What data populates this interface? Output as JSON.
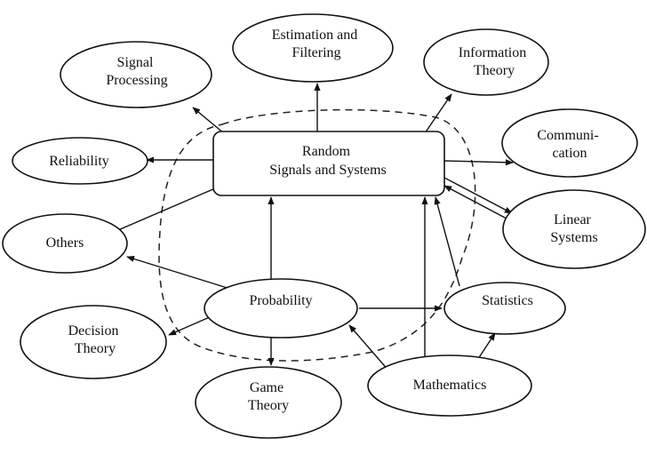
{
  "nodes": {
    "random_signals": [
      "Random",
      "Signals and Systems"
    ],
    "estimation_filtering": [
      "Estimation and",
      "Filtering"
    ],
    "signal_processing": [
      "Signal",
      "Processing"
    ],
    "information_theory": [
      "Information",
      "Theory"
    ],
    "reliability": [
      "Reliability"
    ],
    "communication": [
      "Communi-",
      "cation"
    ],
    "linear_systems": [
      "Linear",
      "Systems"
    ],
    "others": [
      "Others"
    ],
    "probability": [
      "Probability"
    ],
    "statistics": [
      "Statistics"
    ],
    "decision_theory": [
      "Decision",
      "Theory"
    ],
    "game_theory": [
      "Game",
      "Theory"
    ],
    "mathematics": [
      "Mathematics"
    ]
  },
  "colors": {
    "line": "#111111",
    "background": "#ffffff"
  }
}
